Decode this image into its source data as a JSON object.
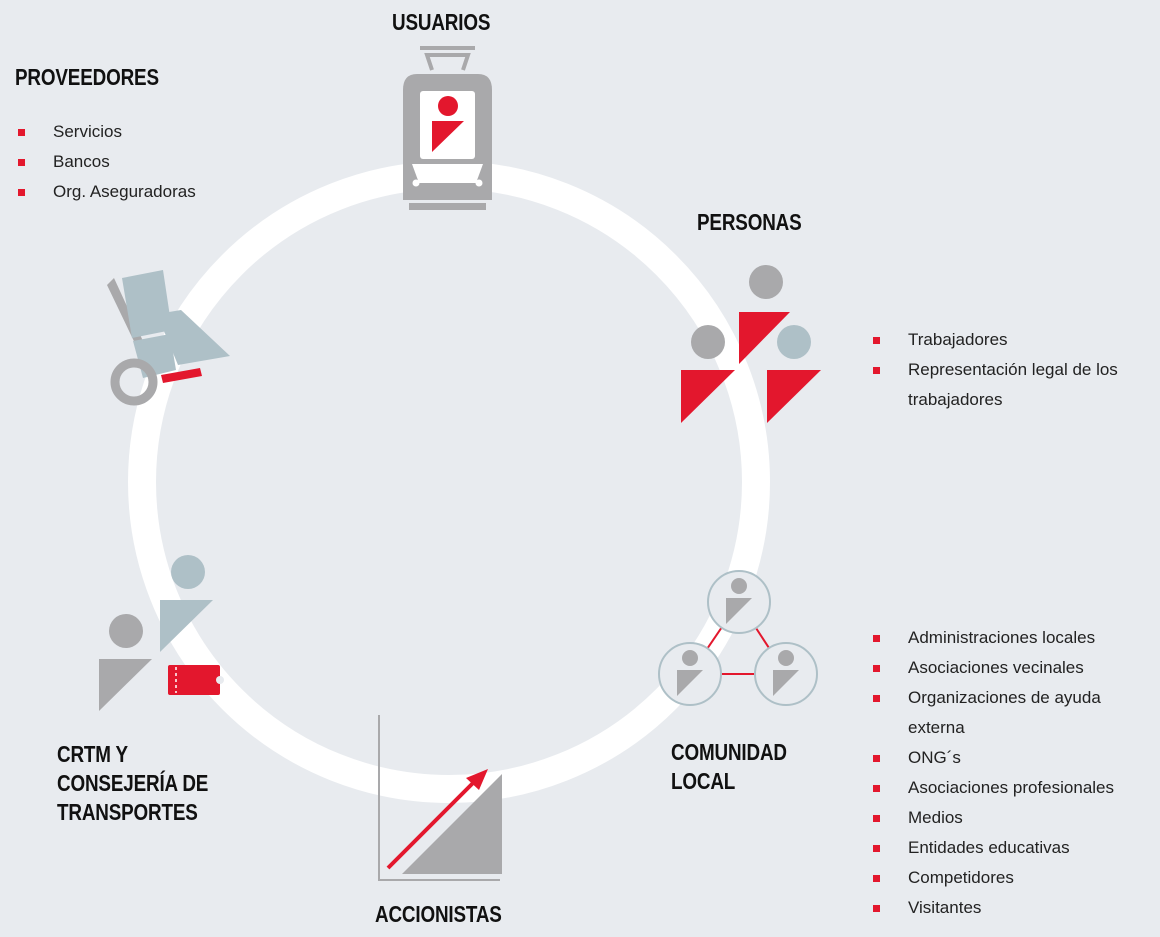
{
  "groups": {
    "usuarios": {
      "title": [
        "USUARIOS"
      ]
    },
    "proveedores": {
      "title": [
        "PROVEEDORES"
      ],
      "items": [
        "Servicios",
        "Bancos",
        "Org. Aseguradoras"
      ]
    },
    "personas": {
      "title": [
        "PERSONAS"
      ],
      "items": [
        "Trabajadores",
        "Representación legal de los",
        "trabajadores"
      ]
    },
    "comunidad": {
      "title": [
        "COMUNIDAD",
        "LOCAL"
      ],
      "items": [
        "Administraciones locales",
        "Asociaciones vecinales",
        "Organizaciones de ayuda",
        "externa",
        "ONG´s",
        "Asociaciones profesionales",
        "Medios",
        "Entidades educativas",
        "Competidores",
        "Visitantes"
      ]
    },
    "crtm": {
      "title": [
        "CRTM Y",
        "CONSEJERÍA DE",
        "TRANSPORTES"
      ]
    },
    "accionistas": {
      "title": [
        "ACCIONISTAS"
      ]
    }
  },
  "icons": {
    "usuarios": "train-icon",
    "proveedores": "hand-truck-boxes-icon",
    "personas": "people-group-icon",
    "comunidad": "community-network-icon",
    "crtm": "people-ticket-icon",
    "accionistas": "growth-chart-icon"
  },
  "colors": {
    "background": "#e8ebef",
    "ring": "#ffffff",
    "accent_red": "#e3172d",
    "gray": "#a9a9ab",
    "blue_gray": "#aec0c7"
  }
}
